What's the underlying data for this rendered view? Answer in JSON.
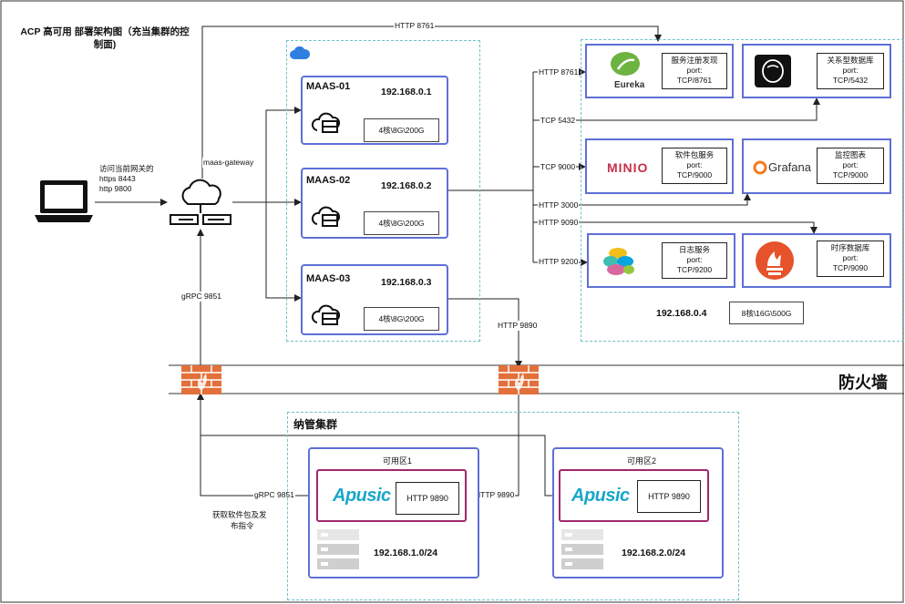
{
  "title": "ACP 高可用 部署架构图（充当集群的控制面)",
  "client": {
    "access_label_1": "访问当前网关的",
    "access_label_2": "https  8443",
    "access_label_3": "http   9800"
  },
  "gateway": {
    "label": "maas-gateway"
  },
  "links": {
    "top_http": "HTTP 8761",
    "grpc_up": "gRPC 9851",
    "grpc_left": "gRPC 9851",
    "fetch_note_1": "获取软件包及发",
    "fetch_note_2": "布指令",
    "http_9890_fw": "HTTP 9890",
    "http_9890_mid": "HTTP 9890"
  },
  "maas_nodes": [
    {
      "name": "MAAS-01",
      "ip": "192.168.0.1",
      "spec": "4核\\8G\\200G"
    },
    {
      "name": "MAAS-02",
      "ip": "192.168.0.2",
      "spec": "4核\\8G\\200G"
    },
    {
      "name": "MAAS-03",
      "ip": "192.168.0.3",
      "spec": "4核\\8G\\200G"
    }
  ],
  "service_ports": [
    "HTTP 8761",
    "TCP 5432",
    "TCP 9000",
    "HTTP 3000",
    "HTTP 9090",
    "HTTP 9200"
  ],
  "services": [
    {
      "logo": "Eureka",
      "name": "服务注册发现",
      "port_label": "port:",
      "port": "TCP/8761"
    },
    {
      "logo": "postgres-elephant-icon",
      "name": "关系型数据库",
      "port_label": "port:",
      "port": "TCP/5432"
    },
    {
      "logo": "MINIO",
      "name": "软件包服务",
      "port_label": "port:",
      "port": "TCP/9000"
    },
    {
      "logo": "Grafana",
      "name": "监控图表",
      "port_label": "port:",
      "port": "TCP/9000"
    },
    {
      "logo": "elastic-icon",
      "name": "日志服务",
      "port_label": "port:",
      "port": "TCP/9200"
    },
    {
      "logo": "prometheus-icon",
      "name": "时序数据库",
      "port_label": "port:",
      "port": "TCP/9090"
    }
  ],
  "infra_host": {
    "ip": "192.168.0.4",
    "spec": "8核\\16G\\500G"
  },
  "firewall": {
    "label": "防火墙"
  },
  "managed_cluster": {
    "title": "纳管集群",
    "zones": [
      {
        "title": "可用区1",
        "logo": "Apusic",
        "port": "HTTP 9890",
        "subnet": "192.168.1.0/24"
      },
      {
        "title": "可用区2",
        "logo": "Apusic",
        "port": "HTTP 9890",
        "subnet": "192.168.2.0/24"
      }
    ]
  },
  "colors": {
    "node_border": "#5f6fd6",
    "zone_border": "#a2266c",
    "dashed": "#6cc3c6",
    "firewall": "#e2703a",
    "apusic": "#1aa7c9"
  }
}
